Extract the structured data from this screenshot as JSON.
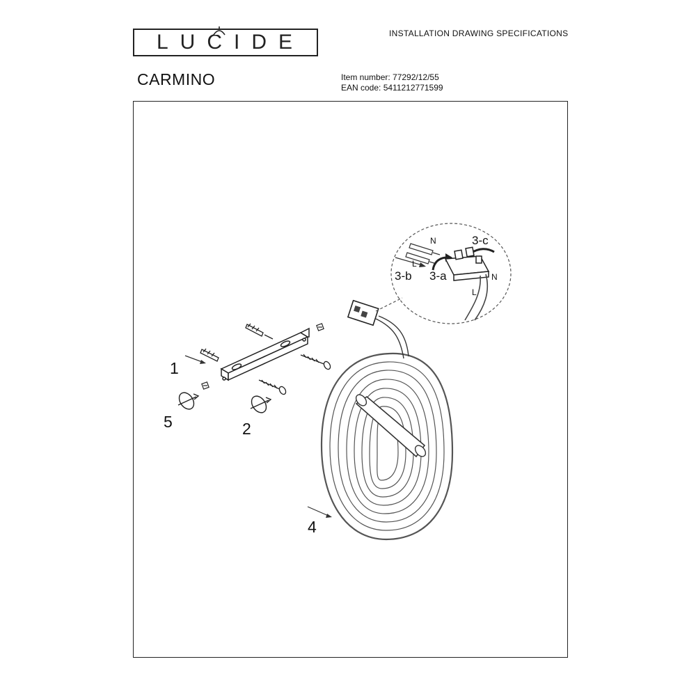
{
  "header": {
    "brand": "LUCIDE",
    "doc_title": "INSTALLATION DRAWING SPECIFICATIONS",
    "product_name": "CARMINO",
    "item_number": "Item number: 77292/12/55",
    "ean_code": "EAN code: 5411212771599"
  },
  "drawing": {
    "step_labels": {
      "step1": "1",
      "step2": "2",
      "step4": "4",
      "step5": "5",
      "step3a": "3-a",
      "step3b": "3-b",
      "step3c": "3-c"
    },
    "wire_labels": {
      "neutral_left": "N",
      "live_left": "L",
      "live_right": "L",
      "neutral_right": "N"
    }
  },
  "icons": [
    "lamp-icon"
  ]
}
